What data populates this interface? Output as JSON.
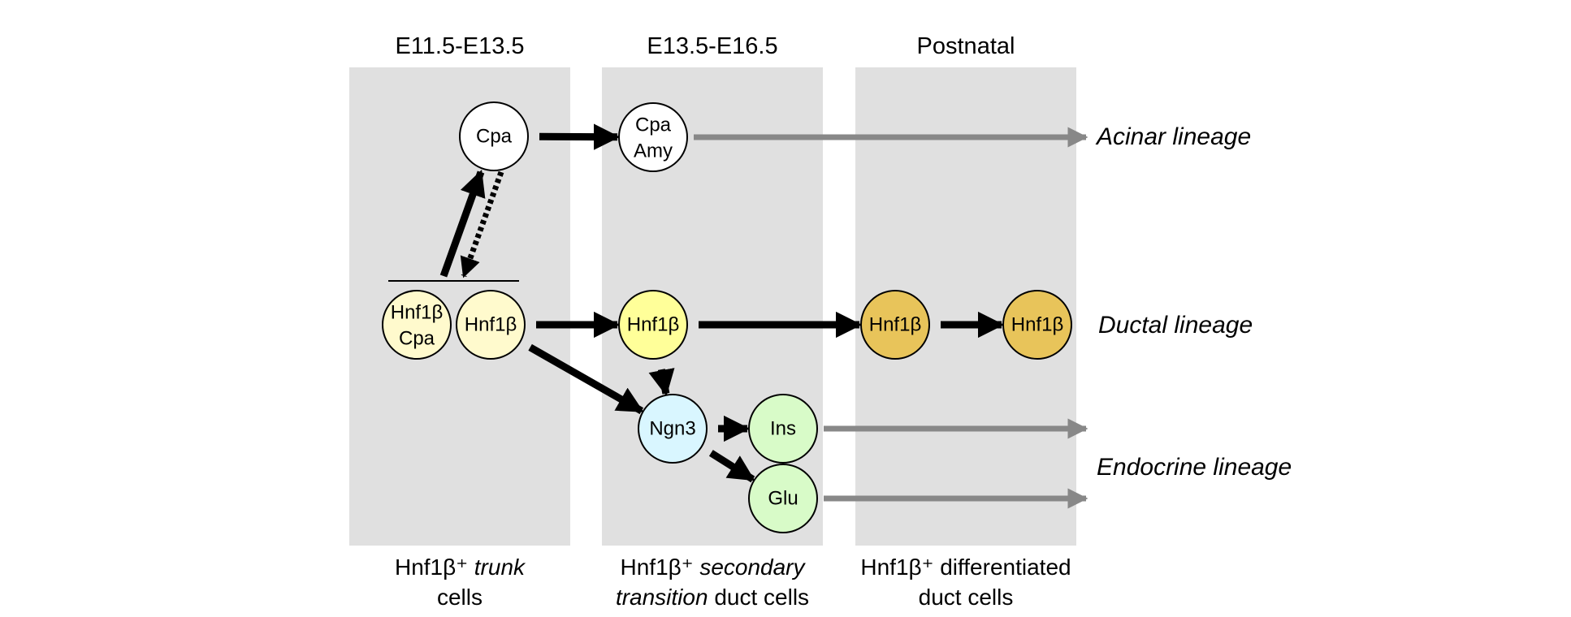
{
  "stages": [
    {
      "id": "trunk",
      "heading": "E11.5-E13.5",
      "caption": [
        [
          {
            "t": "Hnf1β⁺ "
          },
          {
            "t": "trunk",
            "i": true
          }
        ],
        [
          {
            "t": "cells"
          }
        ]
      ]
    },
    {
      "id": "secondary",
      "heading": "E13.5-E16.5",
      "caption": [
        [
          {
            "t": "Hnf1β⁺ "
          },
          {
            "t": "secondary",
            "i": true
          }
        ],
        [
          {
            "t": "transition",
            "i": true
          },
          {
            "t": " duct cells"
          }
        ]
      ]
    },
    {
      "id": "postnatal",
      "heading": "Postnatal",
      "caption": [
        [
          {
            "t": "Hnf1β⁺ differentiated"
          }
        ],
        [
          {
            "t": "duct cells"
          }
        ]
      ]
    }
  ],
  "nodes": [
    {
      "id": "cpa1",
      "stage": "trunk",
      "lines": [
        "Cpa"
      ],
      "fill": "#ffffff"
    },
    {
      "id": "hnf_cpa",
      "stage": "trunk",
      "lines": [
        "Hnf1β",
        "Cpa"
      ],
      "fill": "#fffacd"
    },
    {
      "id": "hnf1",
      "stage": "trunk",
      "lines": [
        "Hnf1β"
      ],
      "fill": "#fffacd"
    },
    {
      "id": "cpa_amy",
      "stage": "secondary",
      "lines": [
        "Cpa",
        "Amy"
      ],
      "fill": "#ffffff"
    },
    {
      "id": "hnf2",
      "stage": "secondary",
      "lines": [
        "Hnf1β"
      ],
      "fill": "#ffff99"
    },
    {
      "id": "ngn3",
      "stage": "secondary",
      "lines": [
        "Ngn3"
      ],
      "fill": "#d9f6ff"
    },
    {
      "id": "ins",
      "stage": "secondary",
      "lines": [
        "Ins"
      ],
      "fill": "#d8fbc8"
    },
    {
      "id": "glu",
      "stage": "secondary",
      "lines": [
        "Glu"
      ],
      "fill": "#d8fbc8"
    },
    {
      "id": "hnf3a",
      "stage": "postnatal",
      "lines": [
        "Hnf1β"
      ],
      "fill": "#e8c45a"
    },
    {
      "id": "hnf3b",
      "stage": "postnatal",
      "lines": [
        "Hnf1β"
      ],
      "fill": "#e8c45a"
    }
  ],
  "edges": [
    {
      "from": "cpa1",
      "to": "cpa_amy",
      "style": "solid"
    },
    {
      "from": "trunk_group",
      "to": "cpa1",
      "style": "solid"
    },
    {
      "from": "cpa1",
      "to": "trunk_group",
      "style": "dotted"
    },
    {
      "from": "hnf1",
      "to": "hnf2",
      "style": "solid"
    },
    {
      "from": "hnf1",
      "to": "ngn3",
      "style": "solid"
    },
    {
      "from": "hnf2",
      "to": "ngn3",
      "style": "solid"
    },
    {
      "from": "hnf2",
      "to": "hnf3a",
      "style": "solid"
    },
    {
      "from": "hnf3a",
      "to": "hnf3b",
      "style": "solid"
    },
    {
      "from": "ngn3",
      "to": "ins",
      "style": "solid"
    },
    {
      "from": "ngn3",
      "to": "glu",
      "style": "solid"
    },
    {
      "from": "cpa_amy",
      "to": "acinar",
      "style": "gray"
    },
    {
      "from": "ins",
      "to": "endocrine",
      "style": "gray"
    },
    {
      "from": "glu",
      "to": "endocrine",
      "style": "gray"
    }
  ],
  "lineages": [
    {
      "id": "acinar",
      "label": "Acinar lineage"
    },
    {
      "id": "ductal",
      "label": "Ductal lineage"
    },
    {
      "id": "endocrine",
      "label": "Endocrine lineage"
    }
  ],
  "colors": {
    "panel": "#e0e0e0",
    "arrow": "#000000",
    "lineage_arrow": "#888888"
  }
}
